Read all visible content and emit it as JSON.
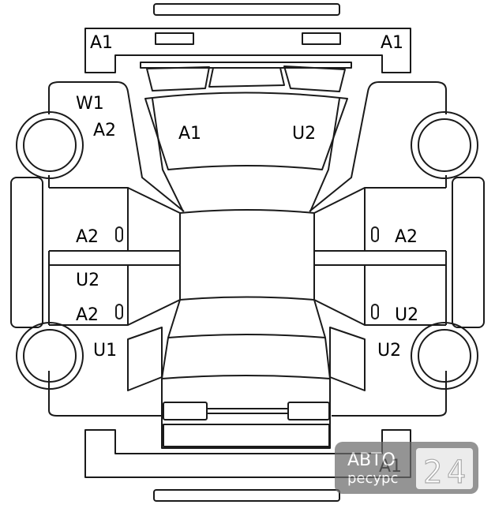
{
  "labels": {
    "front_bumper_left": "A1",
    "front_bumper_right": "A1",
    "fender_front_left_w": "W1",
    "fender_front_left_a": "A2",
    "hood_left": "A1",
    "hood_right": "U2",
    "door_front_left": "A2",
    "door_rear_left_u": "U2",
    "door_rear_left_a": "A2",
    "fender_rear_left": "U1",
    "door_front_right": "A2",
    "door_rear_right": "U2",
    "fender_rear_right": "U2",
    "rear_bumper_right": "A1"
  },
  "watermark": {
    "line1": "АВТО",
    "line2": "ресурс",
    "digit1": "2",
    "digit2": "4"
  }
}
